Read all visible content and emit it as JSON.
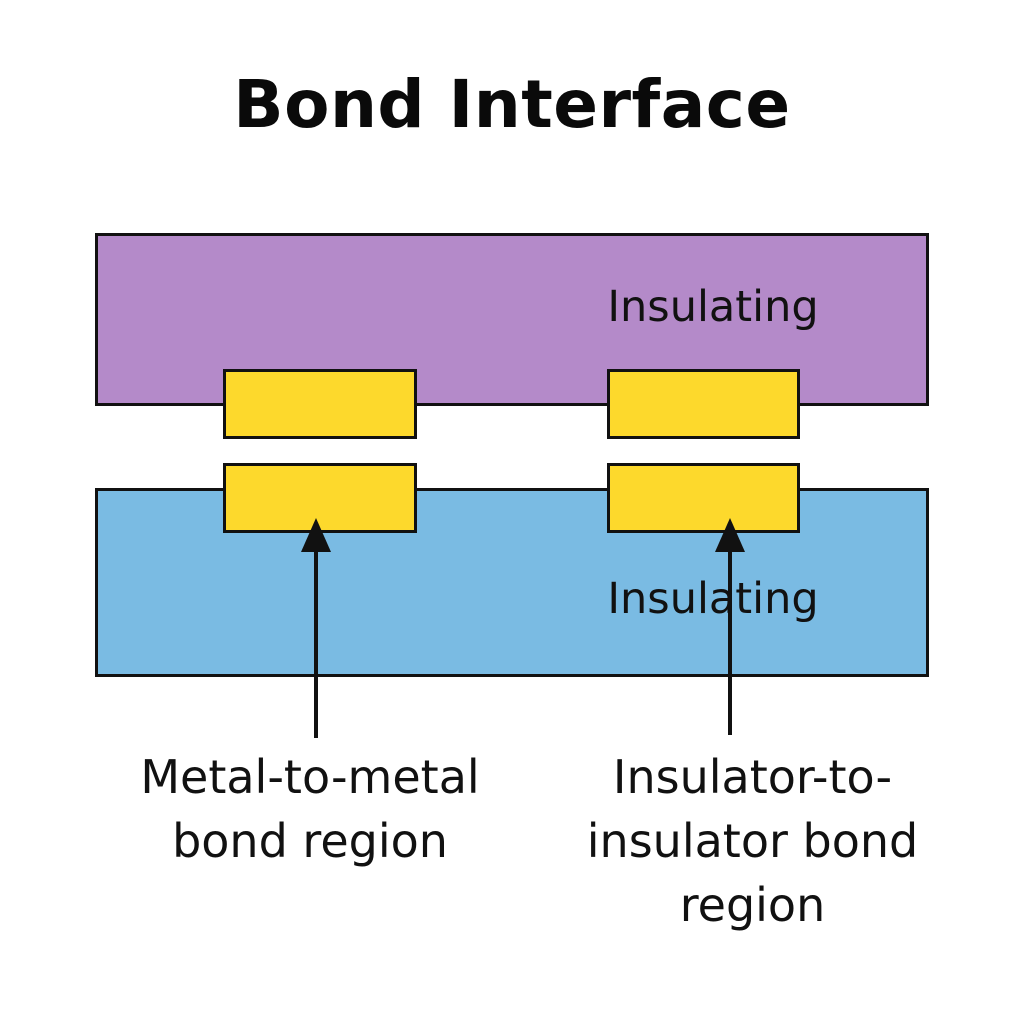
{
  "title": "Bond Interface",
  "layers": {
    "top": {
      "label": "Insulating",
      "color": "#b48ac9"
    },
    "bottom": {
      "label": "Insulating",
      "color": "#7abbe3"
    }
  },
  "pad_color": "#fdd92c",
  "outline_color": "#111111",
  "annotations": {
    "left": {
      "lines": [
        "Metal-to-metal",
        "bond region"
      ]
    },
    "right": {
      "lines": [
        "Insulator-to-",
        "insulator bond",
        "region"
      ]
    }
  }
}
